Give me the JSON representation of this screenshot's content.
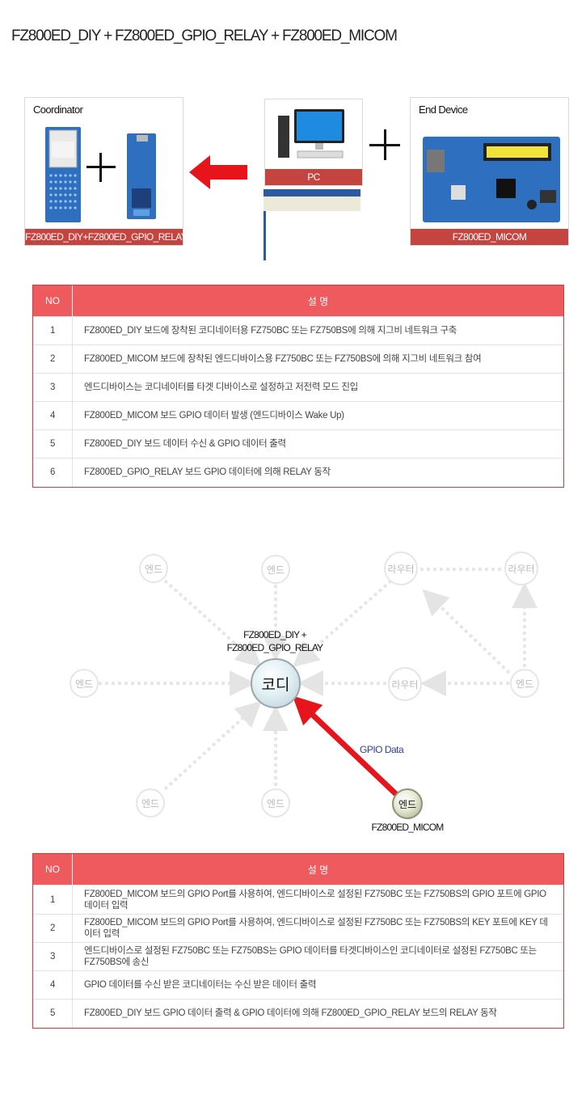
{
  "title": "FZ800ED_DIY + FZ800ED_GPIO_RELAY + FZ800ED_MICOM",
  "devices": {
    "coordinator": {
      "label": "Coordinator",
      "caption": "FZ800ED_DIY+FZ800ED_GPIO_RELAY"
    },
    "pc": {
      "caption": "PC"
    },
    "end_device": {
      "label": "End Device",
      "caption": "FZ800ED_MICOM"
    }
  },
  "table1": {
    "headers": {
      "no": "NO",
      "desc": "설   명"
    },
    "rows": [
      {
        "no": "1",
        "desc": "FZ800ED_DIY 보드에 장착된 코디네이터용 FZ750BC 또는 FZ750BS에 의해 지그비 네트워크 구축"
      },
      {
        "no": "2",
        "desc": "FZ800ED_MICOM 보드에 장착된 엔드디바이스용 FZ750BC 또는 FZ750BS에 의해 지그비 네트워크 참여"
      },
      {
        "no": "3",
        "desc": "엔드디바이스는 코디네이터를 타겟 디바이스로 설정하고 저전력 모드 진입"
      },
      {
        "no": "4",
        "desc": "FZ800ED_MICOM 보드 GPIO 데이터 발생 (엔드디바이스 Wake Up)"
      },
      {
        "no": "5",
        "desc": "FZ800ED_DIY 보드 데이터 수신 & GPIO 데이터 출력"
      },
      {
        "no": "6",
        "desc": "FZ800ED_GPIO_RELAY 보드 GPIO 데이터에 의해 RELAY 동작"
      }
    ]
  },
  "diagram": {
    "coord_label_line1": "FZ800ED_DIY +",
    "coord_label_line2": "FZ800ED_GPIO_RELAY",
    "coord_node": "코디",
    "end_node": "엔드",
    "router_node": "라우터",
    "micom_node": "엔드",
    "micom_label": "FZ800ED_MICOM",
    "arrow_label": "GPIO Data"
  },
  "table2": {
    "headers": {
      "no": "NO",
      "desc": "설   명"
    },
    "rows": [
      {
        "no": "1",
        "desc": "FZ800ED_MICOM 보드의 GPIO Port를 사용하여, 엔드디바이스로 설정된 FZ750BC 또는 FZ750BS의 GPIO 포트에 GPIO 데이터 입력"
      },
      {
        "no": "2",
        "desc": "FZ800ED_MICOM 보드의 GPIO Port를 사용하여, 엔드디바이스로 설정된  FZ750BC 또는 FZ750BS의 KEY 포트에 KEY 데이터 입력"
      },
      {
        "no": "3",
        "desc": "엔드디바이스로 설정된 FZ750BC 또는 FZ750BS는 GPIO 데이터를 타겟디바이스인 코디네이터로 설정된 FZ750BC 또는 FZ750BS에 송신"
      },
      {
        "no": "4",
        "desc": "GPIO 데이터를 수신 받은 코디네이터는 수신 받은 데이터 출력"
      },
      {
        "no": "5",
        "desc": "FZ800ED_DIY 보드 GPIO 데이터 출력 & GPIO 데이터에 의해 FZ800ED_GPIO_RELAY 보드의 RELAY 동작"
      }
    ]
  },
  "colors": {
    "accent": "#ef5a5f",
    "caption": "#c6443f",
    "arrow": "#e8141b",
    "table_border": "#d23b3b"
  }
}
